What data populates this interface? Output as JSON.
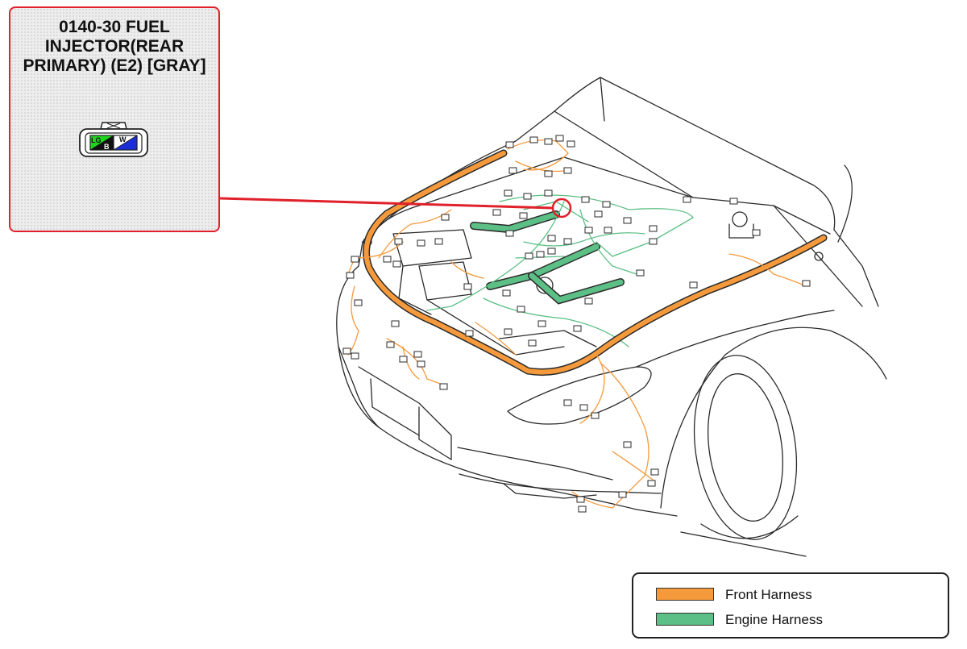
{
  "callout": {
    "title_lines": [
      "0140-30 FUEL",
      "INJECTOR(REAR",
      "PRIMARY) (E2) [GRAY]"
    ],
    "pins": [
      {
        "label": "LG",
        "color": "#1fd61f"
      },
      {
        "label": "W",
        "color": "#1a2fd8"
      },
      {
        "label": "B",
        "color": "#111111"
      }
    ],
    "border_color": "#e0202a"
  },
  "legend": {
    "items": [
      {
        "label": "Front Harness",
        "color": "#f59a3c"
      },
      {
        "label": "Engine Harness",
        "color": "#5cbf85"
      }
    ]
  },
  "colors": {
    "front_harness": "#f59a3c",
    "engine_harness": "#5cbf85",
    "outline": "#222222",
    "highlight": "#e0202a"
  }
}
